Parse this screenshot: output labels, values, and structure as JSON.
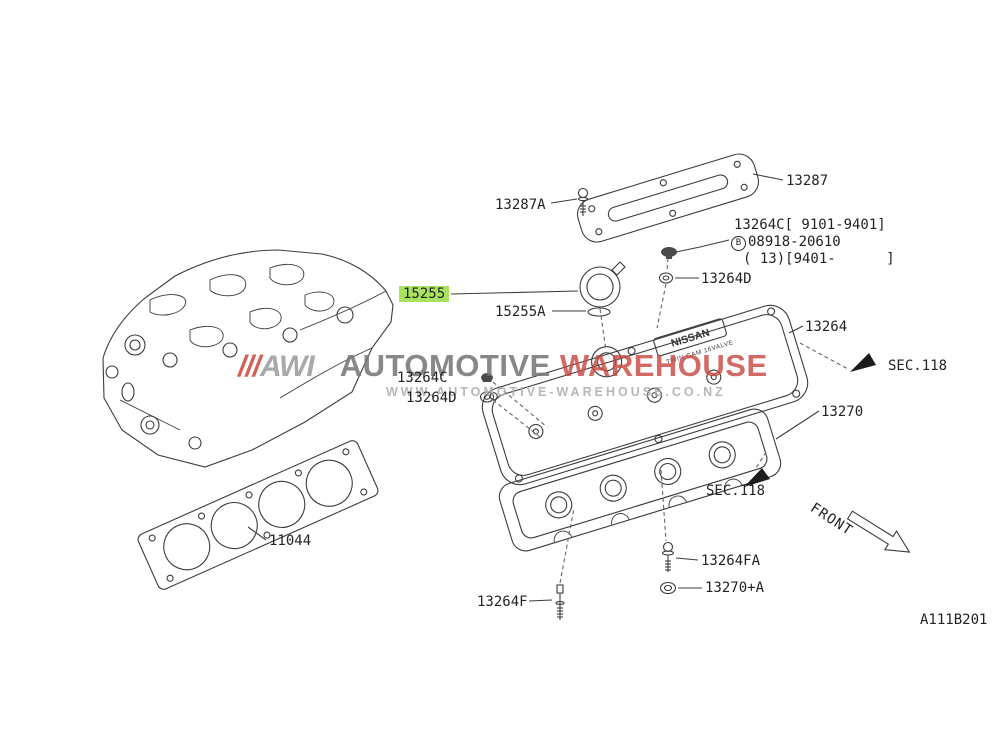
{
  "diagram": {
    "code": "A111B201",
    "front": "FRONT",
    "sec_right": "SEC.118",
    "sec_lower": "SEC.118",
    "highlight_bg": "#a9e25e"
  },
  "watermark": {
    "logo_slashes": "///",
    "logo_text": "AWI",
    "title_main": "AUTOMOTIVE ",
    "title_accent": "WAREHOUSE",
    "url": "WWW.AUTOMOTIVE-WAREHOUSE.CO.NZ",
    "accent_color": "#c8473f"
  },
  "cover": {
    "brand": "NISSAN",
    "brand_sub": "TWIN CAM 16VALVE"
  },
  "parts": {
    "p13287": "13287",
    "p13287a": "13287A",
    "p13264c_range": "13264C[ 9101-9401]",
    "p08918_badge": "B",
    "p08918": "08918-20610",
    "p08918_range": "( 13)[9401-      ]",
    "p13264d_top": "13264D",
    "p15255": "15255",
    "p15255a": "15255A",
    "p13264": "13264",
    "p13264c": "13264C",
    "p13264d": "13264D",
    "p13270": "13270",
    "p11044": "11044",
    "p13264fa": "13264FA",
    "p13270a": "13270+A",
    "p13264f": "13264F"
  }
}
